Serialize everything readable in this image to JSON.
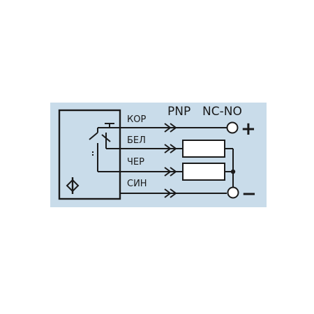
{
  "diagram": {
    "background_color": "#c9dcea",
    "line_color": "#1a1a1a",
    "output_type": "PNP",
    "contact_type": "NC-NO",
    "wires": [
      {
        "label": "КОР"
      },
      {
        "label": "БЕЛ"
      },
      {
        "label": "ЧЕР"
      },
      {
        "label": "СИН"
      }
    ],
    "terminals": {
      "positive": "+",
      "negative": "−"
    },
    "icons": [
      "switch-contact-icon",
      "sensor-symbol-icon",
      "load-resistor-icon"
    ]
  }
}
